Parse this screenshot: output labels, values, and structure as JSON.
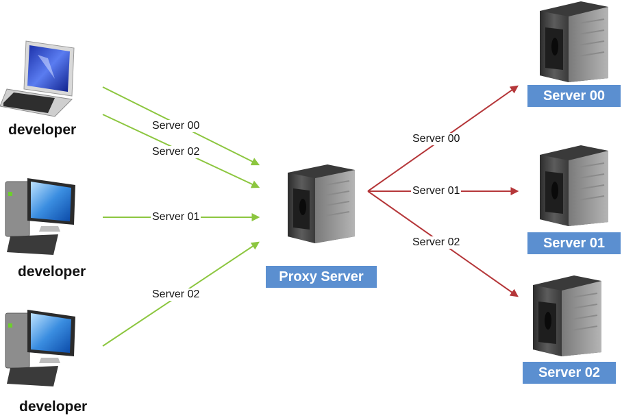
{
  "colors": {
    "client_arrows": "#8cc63f",
    "server_arrows": "#b5373a",
    "label_box": "#5b8fd0"
  },
  "icons": {
    "developer_1": "laptop-computer-icon",
    "developer_2": "desktop-computer-icon",
    "developer_3": "desktop-computer-icon",
    "proxy": "server-tower-icon",
    "server": "server-tower-icon"
  },
  "nodes": {
    "developer_1": "developer",
    "developer_2": "developer",
    "developer_3": "developer",
    "proxy": "Proxy Server",
    "server_00": "Server 00",
    "server_01": "Server 01",
    "server_02": "Server 02"
  },
  "edges": {
    "dev1_to_proxy_a": "Server 00",
    "dev1_to_proxy_b": "Server 02",
    "dev2_to_proxy": "Server 01",
    "dev3_to_proxy": "Server 02",
    "proxy_to_server_00": "Server 00",
    "proxy_to_server_01": "Server 01",
    "proxy_to_server_02": "Server 02"
  }
}
